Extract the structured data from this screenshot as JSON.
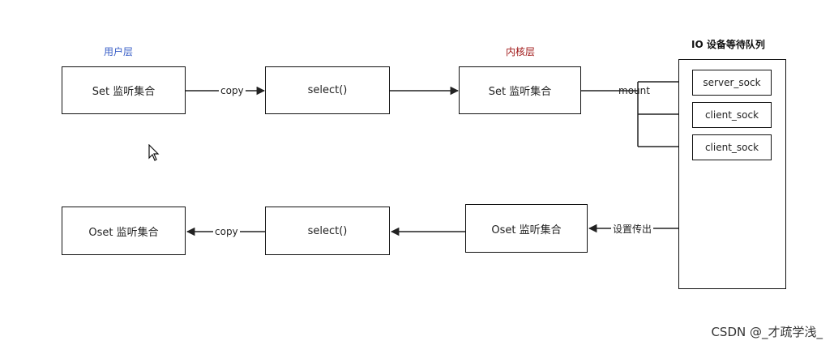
{
  "labels": {
    "user_layer": "用户层",
    "kernel_layer": "内核层",
    "queue_title": "IO 设备等待队列"
  },
  "boxes": {
    "user_set": "Set 监听集合",
    "select_top": "select()",
    "kernel_set": "Set 监听集合",
    "user_oset": "Oset 监听集合",
    "select_bottom": "select()",
    "kernel_oset": "Oset 监听集合"
  },
  "queue_items": [
    "server_sock",
    "client_sock",
    "client_sock"
  ],
  "edges": {
    "copy_top": "copy",
    "mount": "mount",
    "copy_bottom": "copy",
    "set_out": "设置传出"
  },
  "watermark": "CSDN @_才疏学浅_",
  "colors": {
    "user_layer": "#3a5fc7",
    "kernel_layer": "#a11a1a",
    "line": "#222222"
  }
}
